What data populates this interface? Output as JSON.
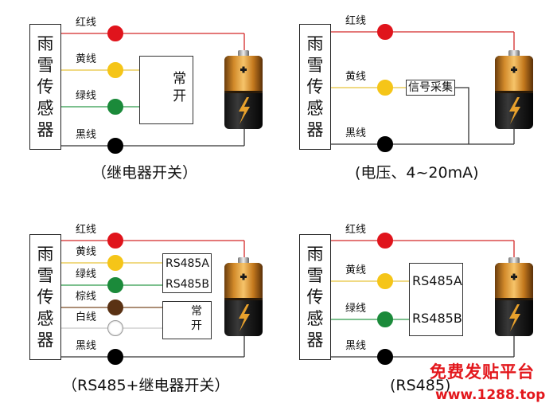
{
  "sensor_label": [
    "雨",
    "雪",
    "传",
    "感",
    "器"
  ],
  "colors": {
    "red": "#e0141c",
    "yellow": "#f5c518",
    "green": "#1b8a3a",
    "brown": "#5a3214",
    "white": "#ffffff",
    "black": "#000000",
    "red_wire": "#d42828",
    "yellow_wire": "#e8c43a",
    "green_wire": "#2f9a4a",
    "brown_wire": "#7a4a24",
    "white_wire": "#c8c8c8",
    "black_wire": "#333333",
    "watermark": "#e3171c"
  },
  "diagrams": [
    {
      "caption": "（继电器开关）",
      "wires": [
        {
          "label": "红线",
          "color": "red"
        },
        {
          "label": "黄线",
          "color": "yellow"
        },
        {
          "label": "绿线",
          "color": "green"
        },
        {
          "label": "黑线",
          "color": "black"
        }
      ],
      "relay_text": [
        "常",
        "开"
      ]
    },
    {
      "caption": "(电压、4~20mA)",
      "wires": [
        {
          "label": "红线",
          "color": "red"
        },
        {
          "label": "黄线",
          "color": "yellow"
        },
        {
          "label": "黑线",
          "color": "black"
        }
      ],
      "signal_box": "信号采集"
    },
    {
      "caption": "（RS485+继电器开关）",
      "wires": [
        {
          "label": "红线",
          "color": "red"
        },
        {
          "label": "黄线",
          "color": "yellow"
        },
        {
          "label": "绿线",
          "color": "green"
        },
        {
          "label": "棕线",
          "color": "brown"
        },
        {
          "label": "白线",
          "color": "white"
        },
        {
          "label": "黑线",
          "color": "black"
        }
      ],
      "rs485_a": "RS485A",
      "rs485_b": "RS485B",
      "relay_text": [
        "常",
        "开"
      ]
    },
    {
      "caption": "(RS485)",
      "wires": [
        {
          "label": "红线",
          "color": "red"
        },
        {
          "label": "黄线",
          "color": "yellow"
        },
        {
          "label": "绿线",
          "color": "green"
        },
        {
          "label": "黑线",
          "color": "black"
        }
      ],
      "rs485_a": "RS485A",
      "rs485_b": "RS485B"
    }
  ],
  "watermark": {
    "line1": "免费发贴平台",
    "line2": "www.1288.top"
  }
}
